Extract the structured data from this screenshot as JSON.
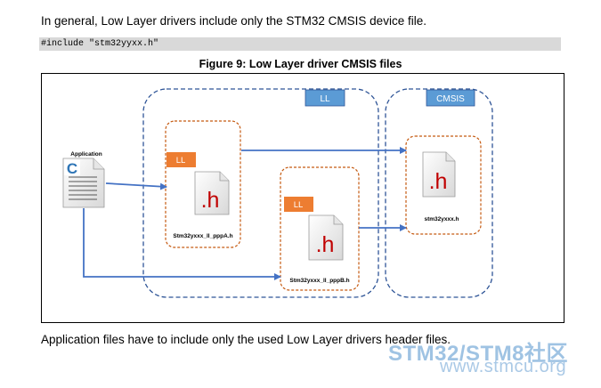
{
  "intro_text": "In general, Low Layer drivers include only the STM32 CMSIS device file.",
  "code_line": "#include \"stm32yyxx.h\"",
  "figure": {
    "caption": "Figure 9: Low Layer driver CMSIS files",
    "ll_group_label": "LL",
    "cmsis_group_label": "CMSIS",
    "application_label": "Application",
    "app_icon_letter": "C",
    "ll_box_a_label": "LL",
    "ll_box_b_label": "LL",
    "file_letter": ".h",
    "file_a_name": "Stm32yxxx_ll_pppA.h",
    "file_b_name": "Stm32yxxx_ll_pppB.h",
    "cmsis_file_name": "stm32yxxx.h"
  },
  "outro_text": "Application files have to include only the used Low Layer drivers header files.",
  "watermark": {
    "line1": "STM32/STM8社区",
    "line2": "www.stmcu.org"
  },
  "colors": {
    "group_border": "#2f5597",
    "box_border": "#c55a11",
    "label_blue": "#5b9bd5",
    "label_orange": "#ed7d31",
    "arrow": "#4472c4",
    "file_letter": "#c00000"
  }
}
